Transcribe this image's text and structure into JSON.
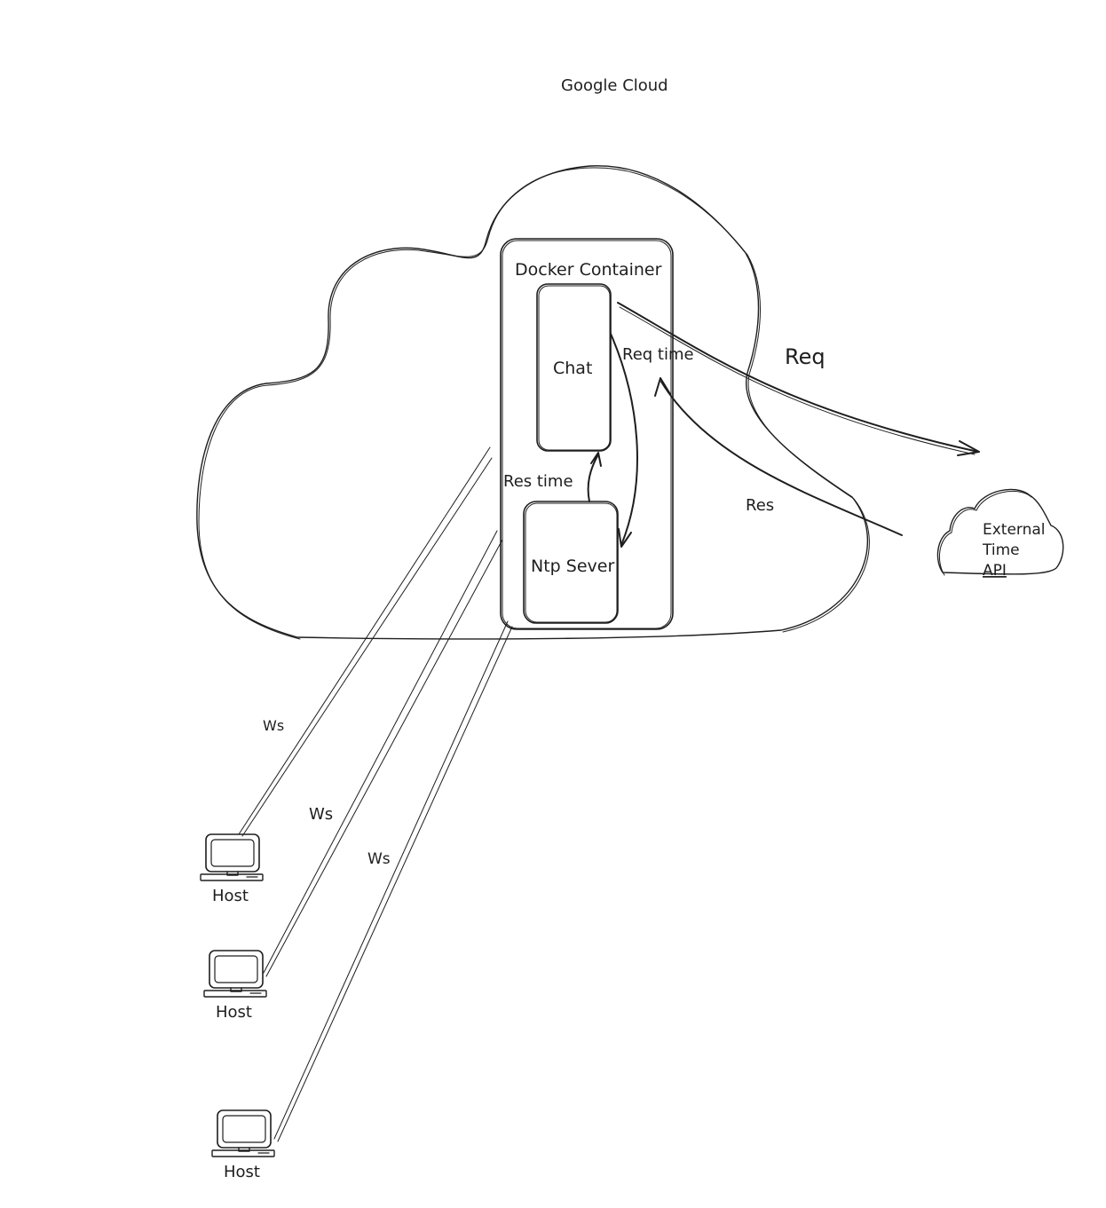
{
  "diagram": {
    "title": "Google Cloud",
    "container_label": "Docker Container",
    "nodes": {
      "chat": "Chat",
      "ntp_server": "Ntp Sever",
      "external_api": [
        "External",
        "Time",
        "API"
      ]
    },
    "edges": {
      "req_time": "Req time",
      "res_time": "Res time",
      "req": "Req",
      "res": "Res",
      "ws": [
        "Ws",
        "Ws",
        "Ws"
      ]
    },
    "hosts": [
      "Host",
      "Host",
      "Host"
    ],
    "colors": {
      "ink": "#1e1e1e",
      "background": "#ffffff"
    }
  }
}
